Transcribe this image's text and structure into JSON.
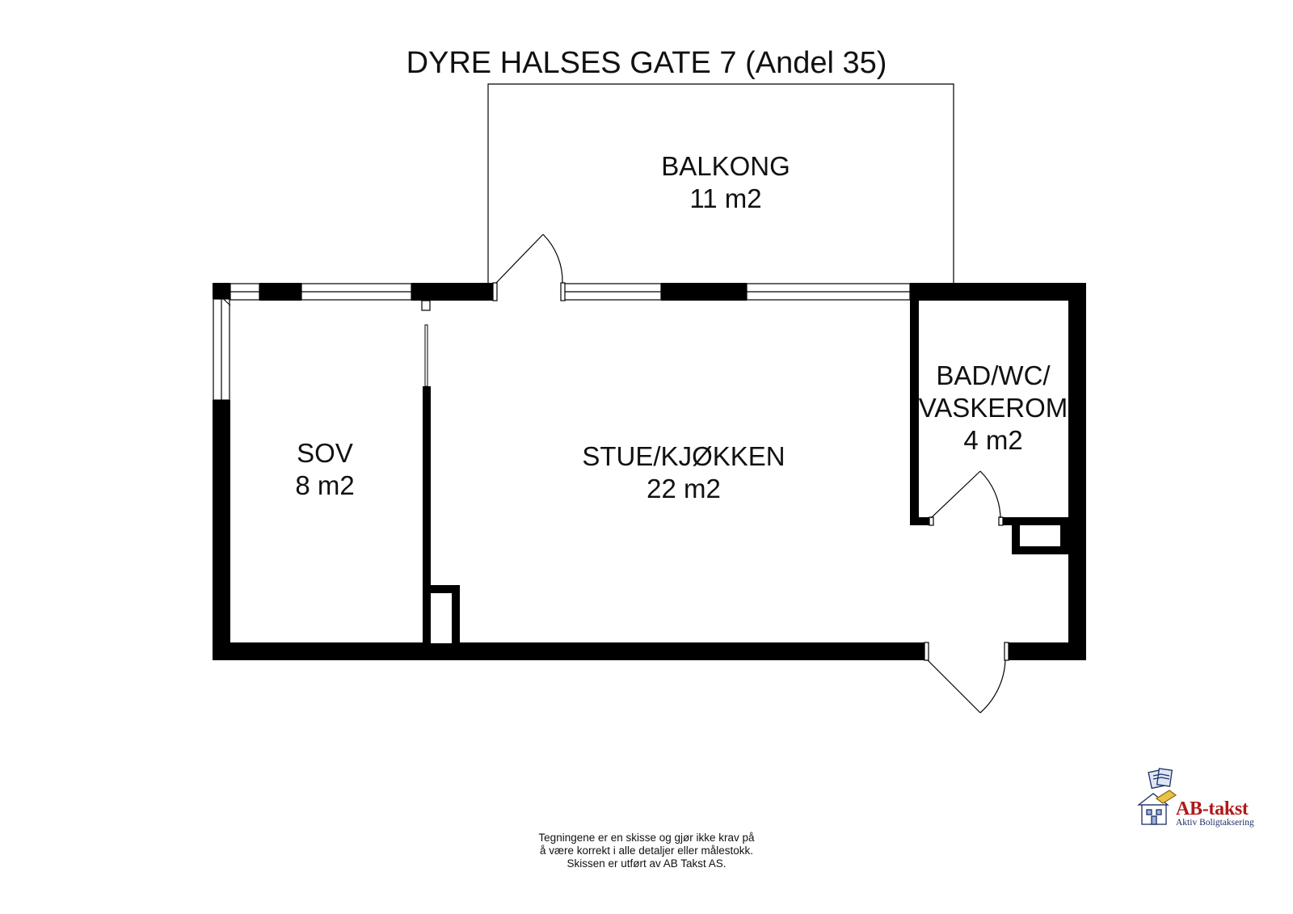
{
  "title": "DYRE HALSES GATE 7  (Andel 35)",
  "rooms": {
    "balkong": {
      "name": "BALKONG",
      "area": "11 m2"
    },
    "sov": {
      "name": "SOV",
      "area": "8 m2"
    },
    "stue": {
      "name": "STUE/KJØKKEN",
      "area": "22 m2"
    },
    "bad": {
      "name_line1": "BAD/WC/",
      "name_line2": "VASKEROM",
      "area": "4 m2"
    }
  },
  "disclaimer": {
    "line1": "Tegningene er en skisse og gjør ikke krav på",
    "line2": "å være korrekt i alle detaljer eller målestokk.",
    "line3": "Skissen er utført av AB Takst AS."
  },
  "logo": {
    "brand": "AB-takst",
    "tagline": "Aktiv Boligtaksering",
    "icon": "house-documents-icon",
    "brand_color": "#b01818",
    "tagline_color": "#1c2f66"
  },
  "colors": {
    "wall": "#000000",
    "background": "#ffffff"
  }
}
